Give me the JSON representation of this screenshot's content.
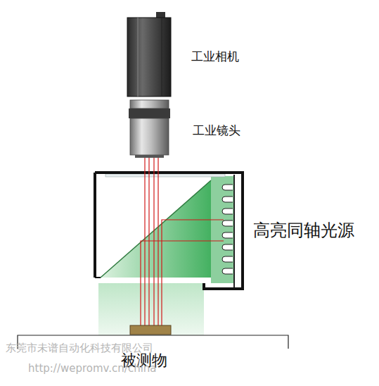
{
  "diagram": {
    "labels": [
      "工业相机",
      "工业镜头",
      "高亮同轴光源",
      "被测物",
      "东莞市未谱自动化科技有限公司",
      "http://wepromv.cn/china"
    ]
  }
}
